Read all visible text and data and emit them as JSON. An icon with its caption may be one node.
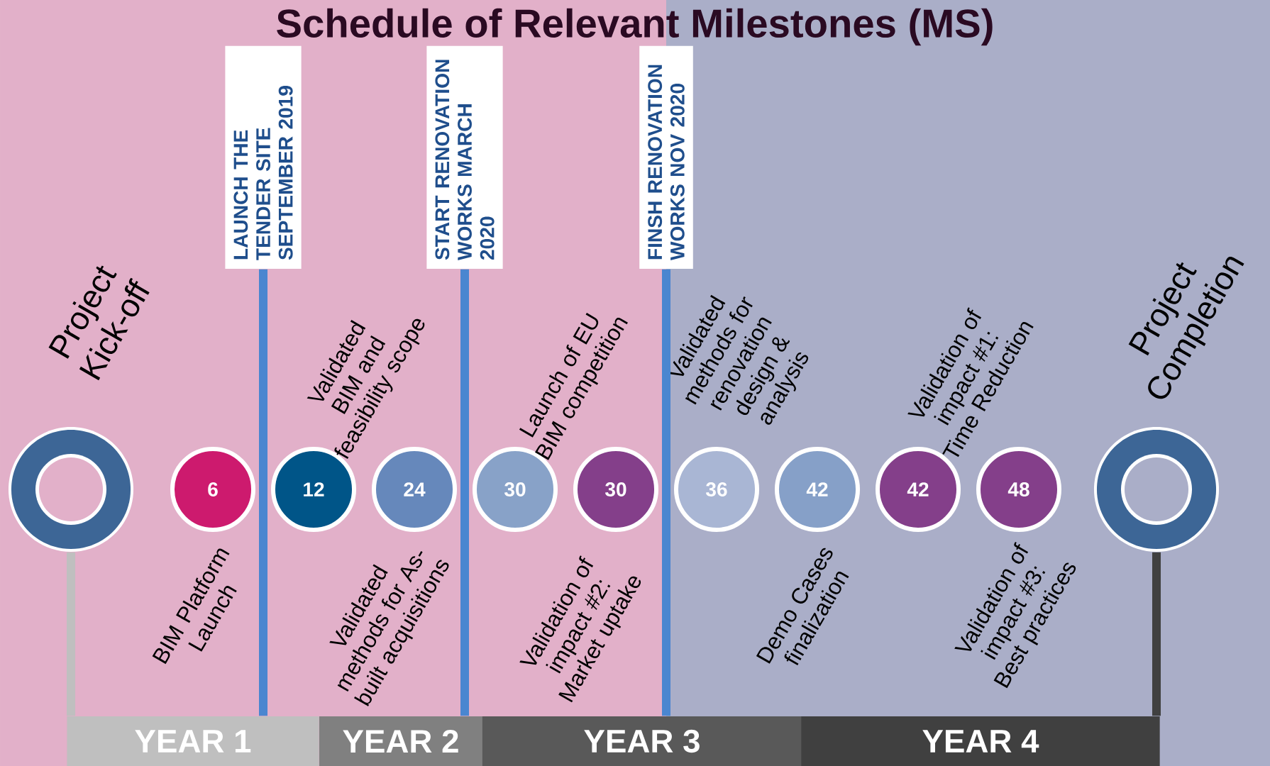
{
  "diagram": {
    "title": "Schedule of Relevant  Milestones (MS)",
    "nodes": [
      {
        "text": [
          "LAUNCH THE TENDER SITE SEPTEMBER 2019"
        ]
      },
      {
        "text": [
          "START RENOVATION WORKS MARCH 2020"
        ]
      },
      {
        "text": [
          "FINSH RENOVATION WORKS NOV 2020"
        ]
      },
      {
        "text": [],
        "shape": "circle",
        "beside": [
          "Project Kick-off"
        ]
      },
      {
        "text": [
          "6"
        ],
        "beside": [
          "BIM Platform Launch"
        ]
      },
      {
        "text": [
          "12"
        ],
        "beside": [
          "Validated BIM and feasibility scope"
        ]
      },
      {
        "text": [
          "24"
        ],
        "beside": [
          "Validated methods for As-built acquisitions"
        ]
      },
      {
        "text": [
          "30"
        ],
        "beside": [
          "Launch of EU BIM competition"
        ]
      },
      {
        "text": [
          "30"
        ],
        "beside": [
          "Validation of impact #2: Market uptake"
        ]
      },
      {
        "text": [
          "36"
        ],
        "beside": [
          "Validated methods for renovation design & analysis"
        ]
      },
      {
        "text": [
          "42"
        ],
        "beside": [
          "Demo Cases finalization"
        ]
      },
      {
        "text": [
          "42"
        ],
        "beside": [
          "Validation of impact #1: Time Reduction"
        ]
      },
      {
        "text": [
          "48"
        ],
        "beside": [
          "Validation of impact #3: Best practices"
        ]
      },
      {
        "text": [],
        "shape": "circle",
        "beside": [
          "Project Completion"
        ]
      },
      {
        "text": [
          "YEAR 1"
        ]
      },
      {
        "text": [
          "YEAR 2"
        ]
      },
      {
        "text": [
          "YEAR 3"
        ]
      },
      {
        "text": [
          "YEAR 4"
        ]
      }
    ],
    "edges": [
      {
        "from": 0,
        "to": 14,
        "arrow": "none"
      },
      {
        "from": 1,
        "to": 15,
        "arrow": "none"
      },
      {
        "from": 2,
        "to": 16,
        "arrow": "none"
      },
      {
        "from": 3,
        "to": 14,
        "arrow": "none",
        "color": "#bfbfbf"
      },
      {
        "from": 13,
        "to": 17,
        "arrow": "none",
        "color": "#404040"
      }
    ]
  }
}
